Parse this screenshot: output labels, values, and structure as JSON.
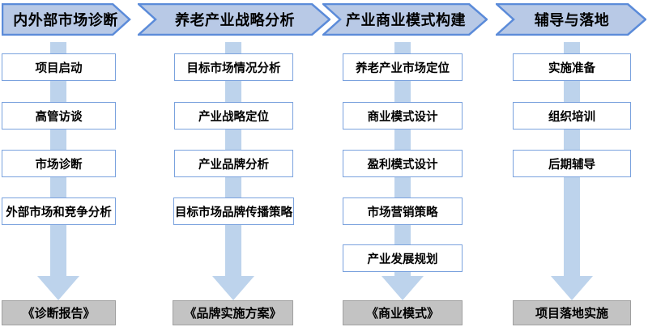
{
  "colors": {
    "header_fill": "#b8c9e6",
    "header_border": "#5b8bd9",
    "box_fill": "#ffffff",
    "box_border": "#7aa2de",
    "band": "#bdd3ec",
    "deliverable_fill": "#c3c3c3",
    "deliverable_border": "#a0a0a0",
    "text": "#000000"
  },
  "columns": [
    {
      "header": "内外部市场诊断",
      "steps": [
        "项目启动",
        "高管访谈",
        "市场诊断",
        "外部市场和竞争分析"
      ],
      "deliverable": "《诊断报告》"
    },
    {
      "header": "养老产业战略分析",
      "steps": [
        "目标市场情况分析",
        "产业战略定位",
        "产业品牌分析",
        "目标市场品牌传播策略"
      ],
      "deliverable": "《品牌实施方案》"
    },
    {
      "header": "产业商业模式构建",
      "steps": [
        "养老产业市场定位",
        "商业模式设计",
        "盈利模式设计",
        "市场营销策略",
        "产业发展规划"
      ],
      "deliverable": "《商业模式》"
    },
    {
      "header": "辅导与落地",
      "steps": [
        "实施准备",
        "组织培训",
        "后期辅导"
      ],
      "deliverable": "项目落地实施"
    }
  ]
}
